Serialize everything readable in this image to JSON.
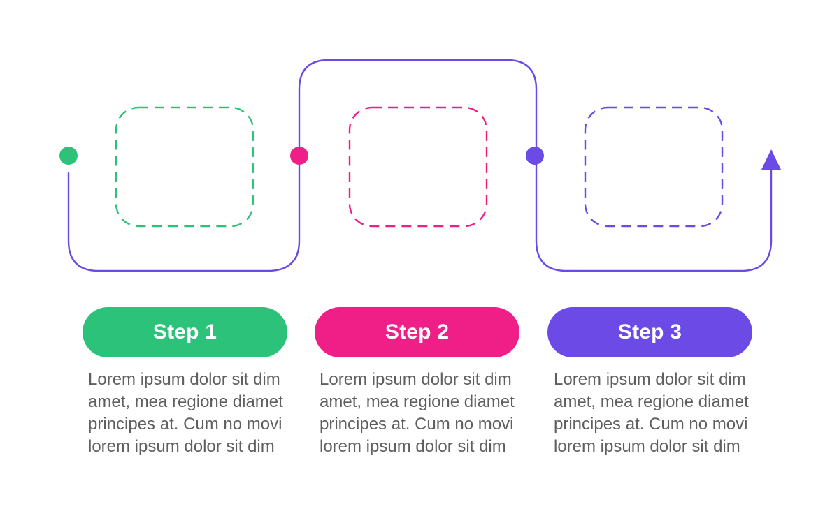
{
  "colors": {
    "step1": "#2dc27a",
    "step2": "#f01f87",
    "step3": "#6b4ae6",
    "path": "#6b4ae6",
    "text": "#5f5f5f"
  },
  "steps": [
    {
      "label": "Step 1",
      "text": "Lorem ipsum dolor sit dim\namet, mea regione diamet\nprincipes at. Cum no movi\nlorem ipsum dolor sit dim"
    },
    {
      "label": "Step 2",
      "text": "Lorem ipsum dolor sit dim\namet, mea regione diamet\nprincipes at. Cum no movi\nlorem ipsum dolor sit dim"
    },
    {
      "label": "Step 3",
      "text": "Lorem ipsum dolor sit dim\namet, mea regione diamet\nprincipes at. Cum no movi\nlorem ipsum dolor sit dim"
    }
  ]
}
